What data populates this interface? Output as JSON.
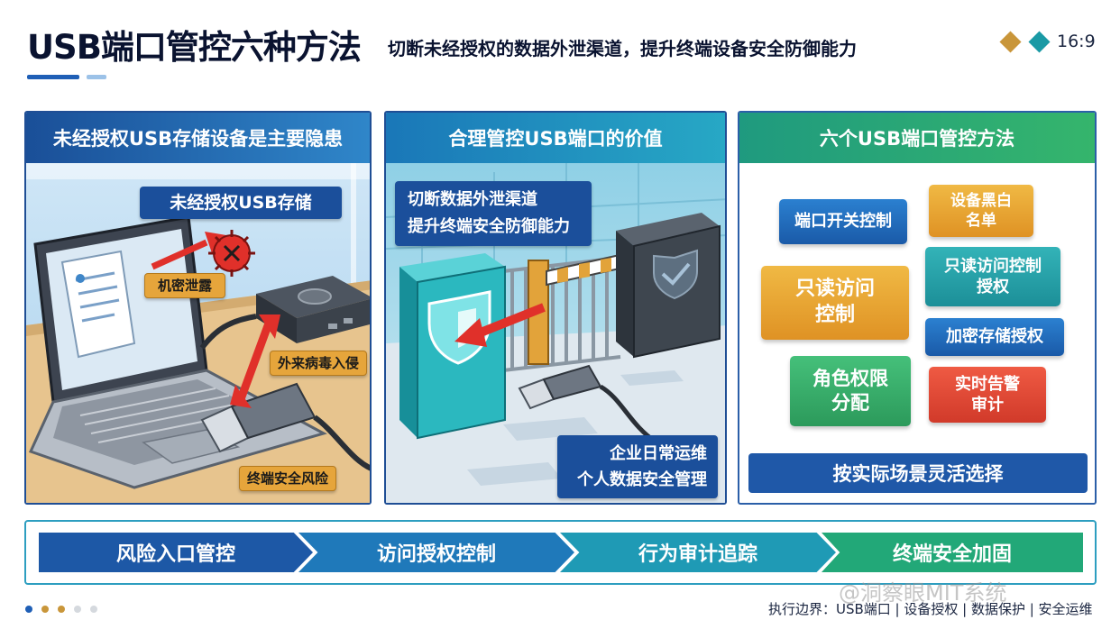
{
  "header": {
    "title": "USB端口管控六种方法",
    "subtitle": "切断未经授权的数据外泄渠道，提升终端设备安全防御能力",
    "ratio": "16:9"
  },
  "panel1": {
    "title": "未经授权USB存储设备是主要隐患",
    "callout_usb": "未经授权USB存储",
    "label_leak": "机密泄露",
    "label_virus": "外来病毒入侵",
    "label_risk": "终端安全风险"
  },
  "panel2": {
    "title": "合理管控USB端口的价值",
    "callout_line1": "切断数据外泄渠道",
    "callout_line2": "提升终端安全防御能力",
    "bottom_line1": "企业日常运维",
    "bottom_line2": "个人数据安全管理"
  },
  "panel3": {
    "title": "六个USB端口管控方法",
    "methods": {
      "port_switch": "端口开关控制",
      "blackwhite_line1": "设备黑白",
      "blackwhite_line2": "名单",
      "readonly_line1": "只读访问",
      "readonly_line2": "控制",
      "readonly_auth_line1": "只读访问控制",
      "readonly_auth_line2": "授权",
      "encrypt": "加密存储授权",
      "role_line1": "角色权限",
      "role_line2": "分配",
      "alert_line1": "实时告警",
      "alert_line2": "审计"
    },
    "select": "按实际场景灵活选择"
  },
  "flow": {
    "steps": [
      "风险入口管控",
      "访问授权控制",
      "行为审计追踪",
      "终端安全加固"
    ]
  },
  "footer": {
    "text": "执行边界：USB端口 | 设备授权 | 数据保护 | 安全运维",
    "watermark": "@洞察眼MIT系统"
  },
  "colors": {
    "navy": "#1b4f9b",
    "teal": "#1f9ab5",
    "green": "#22a878",
    "orange": "#e6a53b",
    "red": "#d13a2a"
  }
}
